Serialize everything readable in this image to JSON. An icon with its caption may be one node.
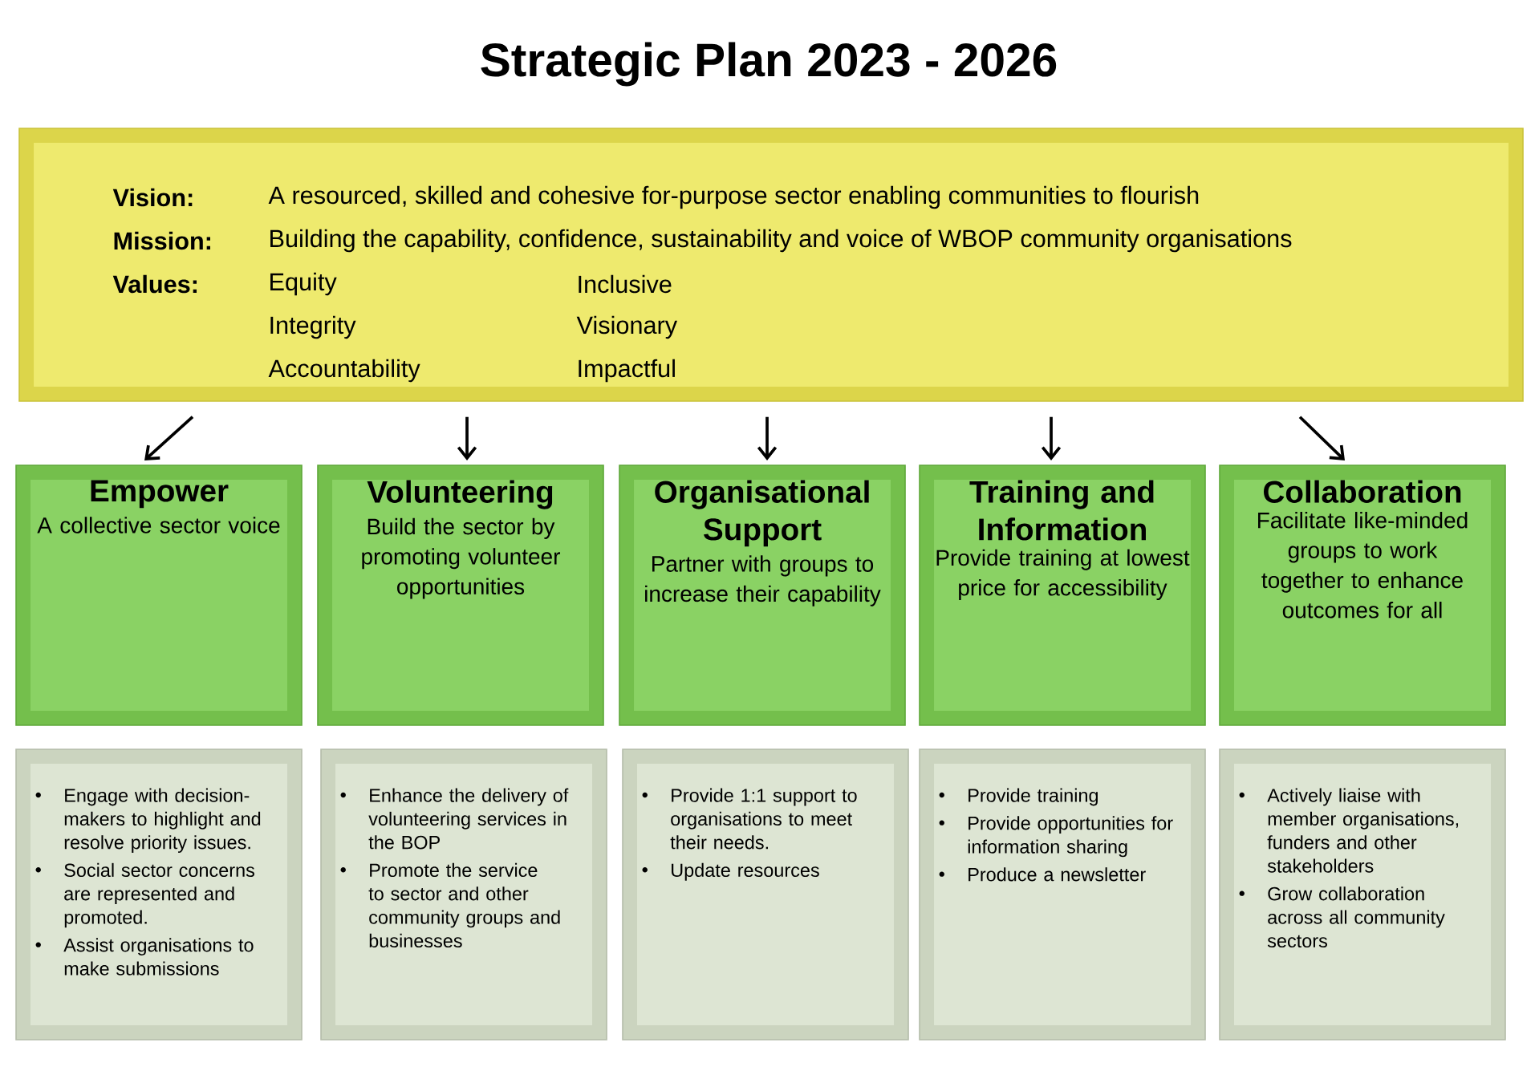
{
  "diagram": {
    "title": "Strategic Plan 2023 - 2026",
    "nodes": [
      {
        "text": [
          "Vision:",
          "A resourced, skilled and cohesive for-purpose sector enabling communities to flourish",
          "Mission:",
          "Building the capability, confidence, sustainability and voice of WBOP community organisations",
          "Values:",
          "Equity",
          "Inclusive",
          "Integrity",
          "Visionary",
          "Accountability",
          "Impactful"
        ]
      },
      {
        "text": [
          "Empower",
          "A collective sector voice"
        ]
      },
      {
        "text": [
          "Volunteering",
          "Build the sector by promoting volunteer opportunities"
        ]
      },
      {
        "text": [
          "Organisational Support",
          "Partner with groups to increase their capability"
        ]
      },
      {
        "text": [
          "Training and Information",
          "Provide training at lowest price for accessibility"
        ]
      },
      {
        "text": [
          "Collaboration",
          "Facilitate like-minded groups to work together to enhance outcomes for all"
        ]
      },
      {
        "text": [
          "Engage with decision-makers to highlight and resolve priority issues.",
          "Social sector concerns are represented and promoted.",
          "Assist organisations to make submissions"
        ]
      },
      {
        "text": [
          "Enhance the delivery of volunteering services in the BOP",
          "Promote the service to sector and other community groups and businesses"
        ]
      },
      {
        "text": [
          "Provide 1:1 support to organisations to meet their needs.",
          "Update resources"
        ]
      },
      {
        "text": [
          "Provide training",
          "Provide opportunities for information sharing",
          "Produce a newsletter"
        ]
      },
      {
        "text": [
          "Actively liaise with member organisations, funders and other stakeholders",
          "Grow collaboration across all community sectors"
        ]
      }
    ],
    "edges": [
      {
        "from": 0,
        "to": 1,
        "arrow": "to"
      },
      {
        "from": 0,
        "to": 2,
        "arrow": "to"
      },
      {
        "from": 0,
        "to": 3,
        "arrow": "to"
      },
      {
        "from": 0,
        "to": 4,
        "arrow": "to"
      },
      {
        "from": 0,
        "to": 5,
        "arrow": "to"
      }
    ]
  }
}
